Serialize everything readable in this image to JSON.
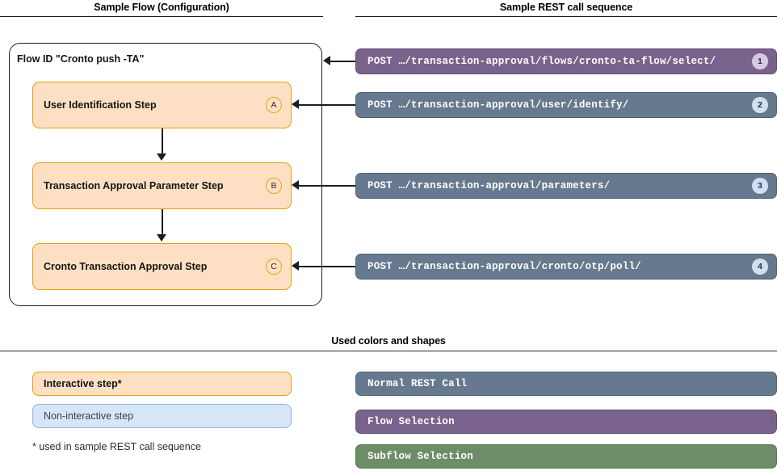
{
  "sections": {
    "flow_title": "Sample Flow (Configuration)",
    "rest_title": "Sample REST call sequence",
    "legend_title": "Used colors and shapes"
  },
  "flow": {
    "container_label": "Flow ID \"Cronto push -TA\"",
    "steps": [
      {
        "label": "User Identification Step",
        "badge": "A"
      },
      {
        "label": "Transaction Approval Parameter Step",
        "badge": "B"
      },
      {
        "label": "Cronto Transaction Approval Step",
        "badge": "C"
      }
    ]
  },
  "rest_calls": [
    {
      "method": "POST",
      "path": "…/transaction-approval/flows/cronto-ta-flow/select/",
      "text": "POST …/transaction-approval/flows/cronto-ta-flow/select/",
      "badge": "1",
      "kind": "flow-selection",
      "color": "#79628c"
    },
    {
      "method": "POST",
      "path": "…/transaction-approval/user/identify/",
      "text": "POST …/transaction-approval/user/identify/",
      "badge": "2",
      "kind": "normal",
      "color": "#67798e"
    },
    {
      "method": "POST",
      "path": "…/transaction-approval/parameters/",
      "text": "POST …/transaction-approval/parameters/",
      "badge": "3",
      "kind": "normal",
      "color": "#67798e"
    },
    {
      "method": "POST",
      "path": "…/transaction-approval/cronto/otp/poll/",
      "text": "POST …/transaction-approval/cronto/otp/poll/",
      "badge": "4",
      "kind": "normal",
      "color": "#67798e"
    }
  ],
  "legend": {
    "steps": [
      {
        "label": "Interactive step*",
        "fill": "#fde0c3",
        "border": "#e3a00d"
      },
      {
        "label": "Non-interactive step",
        "fill": "#d6e6f7",
        "border": "#8fb4db"
      }
    ],
    "footnote": "* used in sample REST call sequence",
    "bars": [
      {
        "label": "Normal REST Call",
        "color": "#67798e"
      },
      {
        "label": "Flow Selection",
        "color": "#79628c"
      },
      {
        "label": "Subflow Selection",
        "color": "#6d8d68"
      }
    ]
  }
}
